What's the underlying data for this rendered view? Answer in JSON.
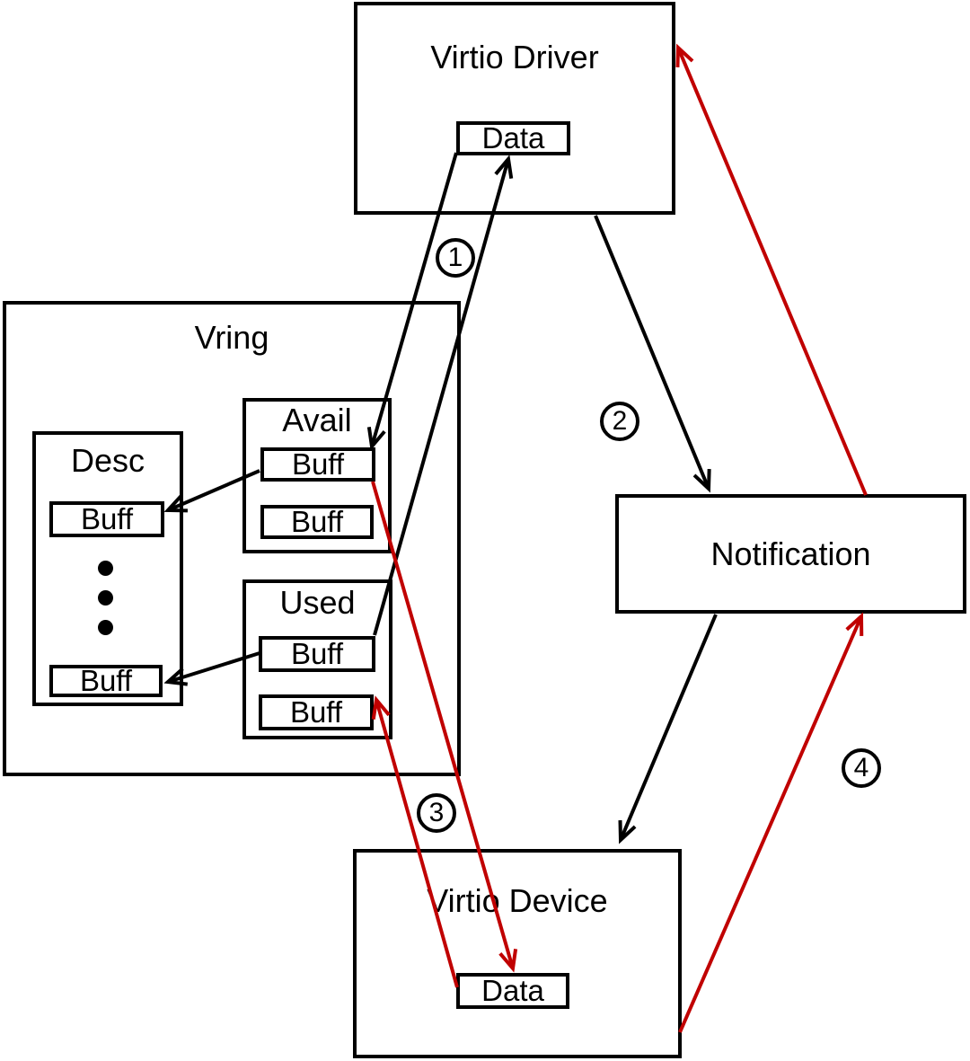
{
  "virtio_driver": {
    "label": "Virtio Driver",
    "data_label": "Data"
  },
  "vring": {
    "label": "Vring",
    "desc": {
      "label": "Desc",
      "buff_top": "Buff",
      "buff_bottom": "Buff"
    },
    "avail": {
      "label": "Avail",
      "buff_1": "Buff",
      "buff_2": "Buff"
    },
    "used": {
      "label": "Used",
      "buff_1": "Buff",
      "buff_2": "Buff"
    }
  },
  "notification": {
    "label": "Notification"
  },
  "virtio_device": {
    "label": "Virtio Device",
    "data_label": "Data"
  },
  "steps": [
    "1",
    "2",
    "3",
    "4"
  ],
  "colors": {
    "line": "#000000",
    "highlight": "#c00000",
    "background": "#ffffff"
  }
}
